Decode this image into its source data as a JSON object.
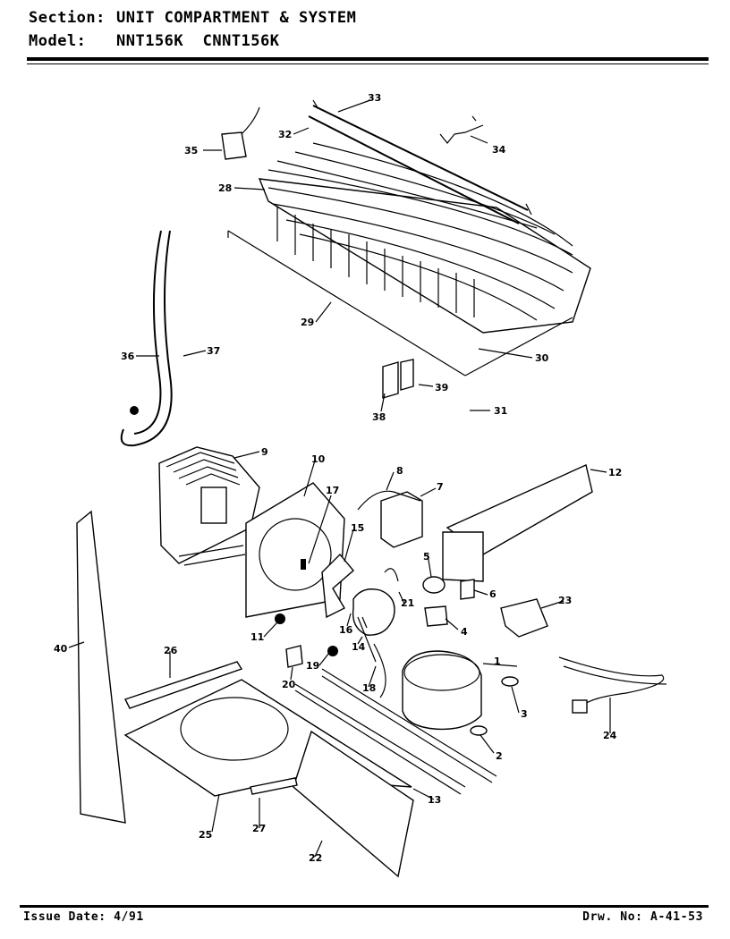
{
  "header": {
    "section_label": "Section:",
    "section_value": "UNIT COMPARTMENT & SYSTEM",
    "model_label": "Model:",
    "model_value": "NNT156K  CNNT156K"
  },
  "footer": {
    "issue_date": "Issue Date: 4/91",
    "drawing_number": "Drw. No: A-41-53"
  },
  "callouts": [
    "1",
    "2",
    "3",
    "4",
    "5",
    "6",
    "7",
    "8",
    "9",
    "10",
    "11",
    "12",
    "13",
    "14",
    "15",
    "16",
    "17",
    "18",
    "19",
    "20",
    "21",
    "22",
    "23",
    "24",
    "25",
    "26",
    "27",
    "28",
    "29",
    "30",
    "31",
    "32",
    "33",
    "34",
    "35",
    "36",
    "37",
    "38",
    "39",
    "40"
  ]
}
